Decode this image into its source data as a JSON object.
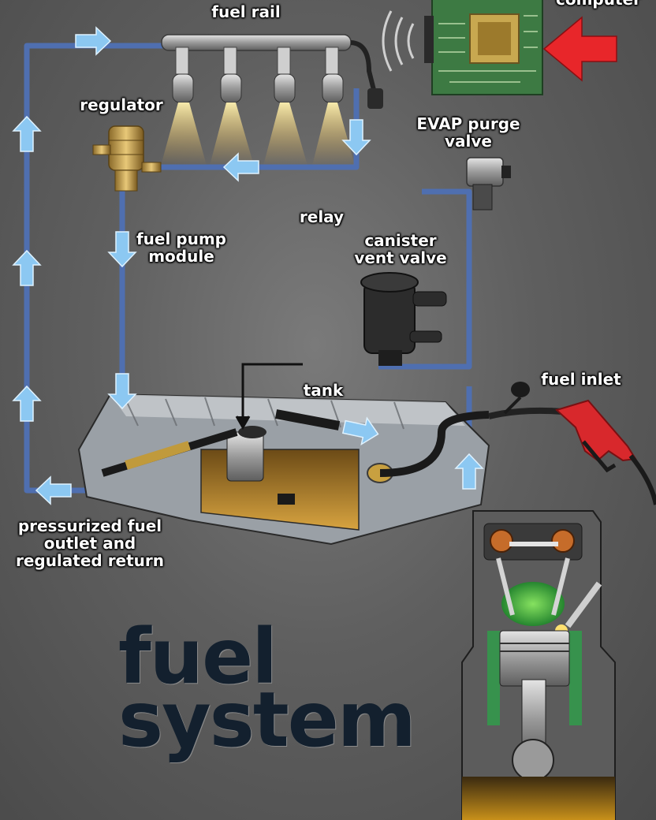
{
  "labels": {
    "fuel_rail": "fuel rail",
    "computer": "computer",
    "regulator": "regulator",
    "evap_purge_valve": [
      "EVAP purge",
      "valve"
    ],
    "relay": "relay",
    "fuel_pump_module": [
      "fuel pump",
      "module"
    ],
    "canister_vent_valve": [
      "canister",
      "vent valve"
    ],
    "tank": "tank",
    "fuel_inlet": "fuel inlet",
    "pressurized_fuel": [
      "pressurized fuel",
      "outlet and",
      "regulated return"
    ]
  },
  "title": [
    "fuel",
    "system"
  ],
  "colors": {
    "fuel_line": "#4f6fb0",
    "flow_arrow": "#8cc8f2",
    "pointer_arrow": "#e8262a",
    "nozzle": "#d8282c",
    "circuit_board": "#3d7a43",
    "title_text": "#13202e"
  }
}
